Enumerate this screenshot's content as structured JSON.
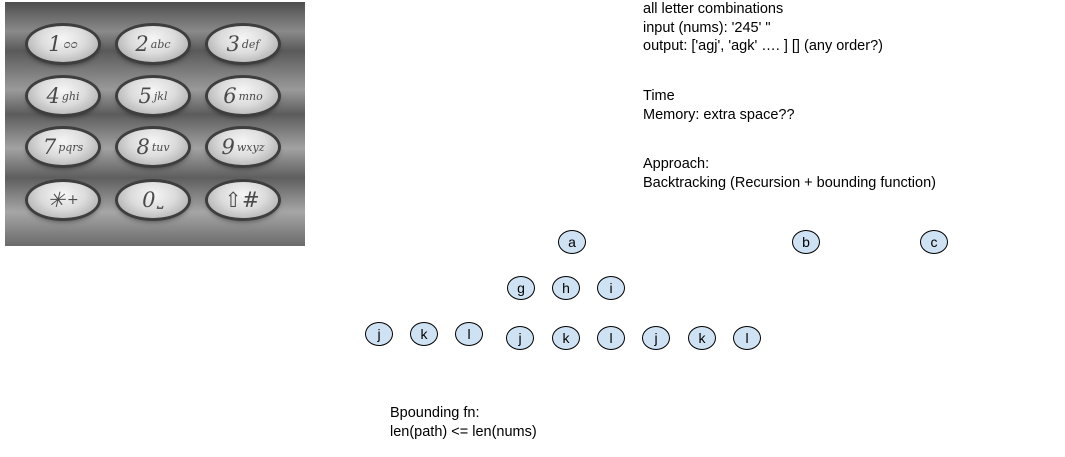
{
  "keypad": {
    "keys": [
      {
        "digit": "1",
        "letters": "ᴑᴑ"
      },
      {
        "digit": "2",
        "letters": "abc"
      },
      {
        "digit": "3",
        "letters": "def"
      },
      {
        "digit": "4",
        "letters": "ghi"
      },
      {
        "digit": "5",
        "letters": "jkl"
      },
      {
        "digit": "6",
        "letters": "mno"
      },
      {
        "digit": "7",
        "letters": "pqrs"
      },
      {
        "digit": "8",
        "letters": "tuv"
      },
      {
        "digit": "9",
        "letters": "wxyz"
      },
      {
        "digit": "✳",
        "letters": "+"
      },
      {
        "digit": "0",
        "letters": "⎵"
      },
      {
        "digit": "⇧#",
        "letters": ""
      }
    ]
  },
  "notes": {
    "problem": [
      "all letter combinations",
      "input (nums): '245' \"",
      "output: ['agj', 'agk' …. ] [] (any order?)"
    ],
    "complexity": [
      "Time",
      "Memory: extra space??"
    ],
    "approach": [
      "Approach:",
      "Backtracking (Recursion + bounding function)"
    ],
    "bounding": [
      "Bpounding fn:",
      "len(path) <= len(nums)"
    ]
  },
  "tree": {
    "level1": [
      "a",
      "b",
      "c"
    ],
    "level2": [
      "g",
      "h",
      "i"
    ],
    "level3": [
      "j",
      "k",
      "l",
      "j",
      "k",
      "l",
      "j",
      "k",
      "l"
    ]
  }
}
